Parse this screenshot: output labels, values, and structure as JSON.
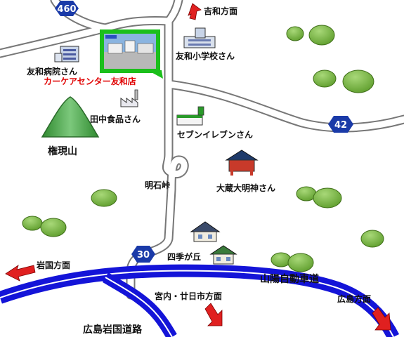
{
  "colors": {
    "expressway": "#1414d8",
    "road_fill": "#ffffff",
    "road_edge": "#777777",
    "shield": "#1a3aa8",
    "arrow": "#e02020",
    "hill": "#66a030",
    "mountain": "#3a9a3a",
    "callout_frame": "#1bbf1b",
    "highlight_text": "#e00000"
  },
  "routes": [
    {
      "id": "route-460",
      "number": "460"
    },
    {
      "id": "route-42",
      "number": "42"
    },
    {
      "id": "route-30",
      "number": "30"
    }
  ],
  "labels": {
    "yoshiwa": "吉和方面",
    "school": "友和小学校さん",
    "hospital": "友和病院さん",
    "store": "カーケアセンター友和店",
    "tanaka": "田中食品さん",
    "seven": "セブンイレブンさん",
    "gongen": "権現山",
    "akashi": "明石峠",
    "okura": "大蔵大明神さん",
    "shikigaoka": "四季が丘",
    "sanyo": "山陽自動車道",
    "iwakuni": "岩国方面",
    "miyauchi": "宮内・廿日市方面",
    "hiroshima": "広島方面",
    "hiroshima_iwakuni_road": "広島岩国道路"
  }
}
